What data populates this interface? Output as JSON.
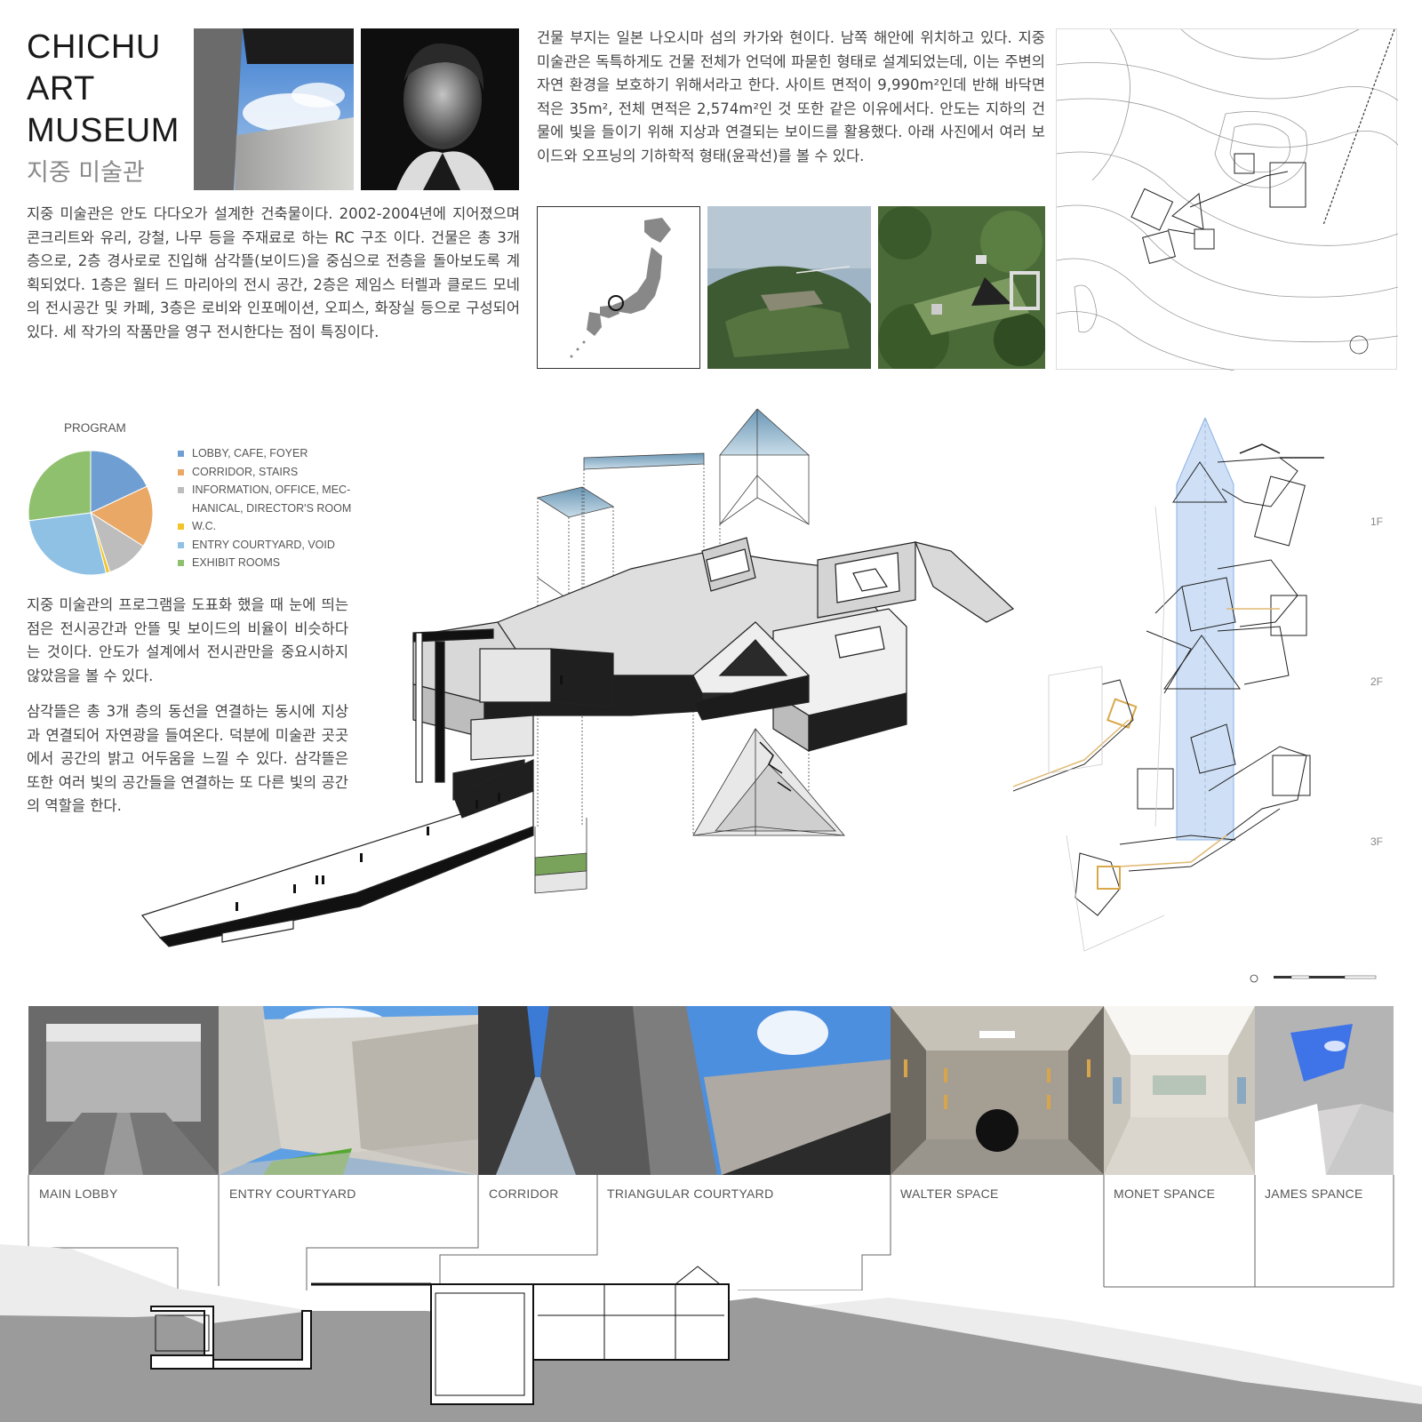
{
  "header": {
    "title_lines": [
      "CHICHU",
      "ART",
      "MUSEUM"
    ],
    "subtitle": "지중 미술관"
  },
  "intro_text": "지중 미술관은 안도 다다오가 설계한 건축물이다. 2002-2004년에 지어졌으며 콘크리트와 유리, 강철, 나무 등을 주재료로 하는 RC 구조 이다. 건물은 총 3개 층으로, 2층 경사로로 진입해 삼각뜰(보이드)을 중심으로 전층을 돌아보도록 계획되었다. 1층은 월터 드 마리아의 전시 공간, 2층은 제임스 터렐과 클로드 모네의 전시공간 및 카페, 3층은 로비와 인포메이션, 오피스, 화장실 등으로 구성되어 있다. 세 작가의 작품만을 영구 전시한다는 점이 특징이다.",
  "site_text": "건물 부지는 일본 나오시마 섬의 카가와 현이다. 남쪽 해안에 위치하고 있다. 지중 미술관은 독특하게도 건물 전체가 언덕에 파묻힌 형태로 설계되었는데, 이는 주변의 자연 환경을 보호하기 위해서라고 한다. 사이트 면적이 9,990m²인데 반해 바닥면적은 35m², 전체 면적은 2,574m²인 것 또한 같은 이유에서다. 안도는 지하의 건물에 빛을 들이기 위해 지상과 연결되는 보이드를 활용했다. 아래 사진에서 여러 보이드와 오프닝의 기하학적 형태(윤곽선)를 볼 수 있다.",
  "program": {
    "title": "PROGRAM",
    "legend": [
      {
        "label": "LOBBY, CAFE, FOYER",
        "color": "#6f9fd2"
      },
      {
        "label": "CORRIDOR, STAIRS",
        "color": "#eaa866"
      },
      {
        "label": "INFORMATION, OFFICE, MEC-",
        "color": "#bdbdbd"
      },
      {
        "label": "HANICAL, DIRECTOR'S ROOM",
        "color": ""
      },
      {
        "label": "W.C.",
        "color": "#f2c428"
      },
      {
        "label": "ENTRY COURTYARD, VOID",
        "color": "#8fc1e4"
      },
      {
        "label": "EXHIBIT ROOMS",
        "color": "#8fc06e"
      }
    ],
    "text1": "지중 미술관의 프로그램을 도표화 했을 때 눈에 띄는 점은 전시공간과 안뜰 및 보이드의 비율이 비슷하다는 것이다. 안도가 설계에서 전시관만을 중요시하지 않았음을 볼 수 있다.",
    "text2": "삼각뜰은 총 3개 층의 동선을 연결하는 동시에 지상과 연결되어 자연광을 들여온다. 덕분에 미술관 곳곳에서 공간의 밝고 어두움을 느낄 수 있다. 삼각뜰은 또한 여러 빛의 공간들을 연결하는 또 다른 빛의 공간의 역할을 한다."
  },
  "chart_data": {
    "type": "pie",
    "categories": [
      "LOBBY, CAFE, FOYER",
      "CORRIDOR, STAIRS",
      "INFORMATION, OFFICE, MECHANICAL, DIRECTOR'S ROOM",
      "W.C.",
      "ENTRY COURTYARD, VOID",
      "EXHIBIT ROOMS"
    ],
    "values": [
      18,
      16,
      11,
      1,
      27,
      27
    ],
    "colors": [
      "#6f9fd2",
      "#eaa866",
      "#bdbdbd",
      "#f2c428",
      "#8fc1e4",
      "#8fc06e"
    ],
    "title": "PROGRAM"
  },
  "floors": [
    "1F",
    "2F",
    "3F"
  ],
  "spaces": [
    {
      "label": "MAIN LOBBY"
    },
    {
      "label": "ENTRY COURTYARD"
    },
    {
      "label": "CORRIDOR"
    },
    {
      "label": "TRIANGULAR COURTYARD"
    },
    {
      "label": "WALTER SPACE"
    },
    {
      "label": "MONET SPANCE"
    },
    {
      "label": "JAMES SPANCE"
    }
  ]
}
